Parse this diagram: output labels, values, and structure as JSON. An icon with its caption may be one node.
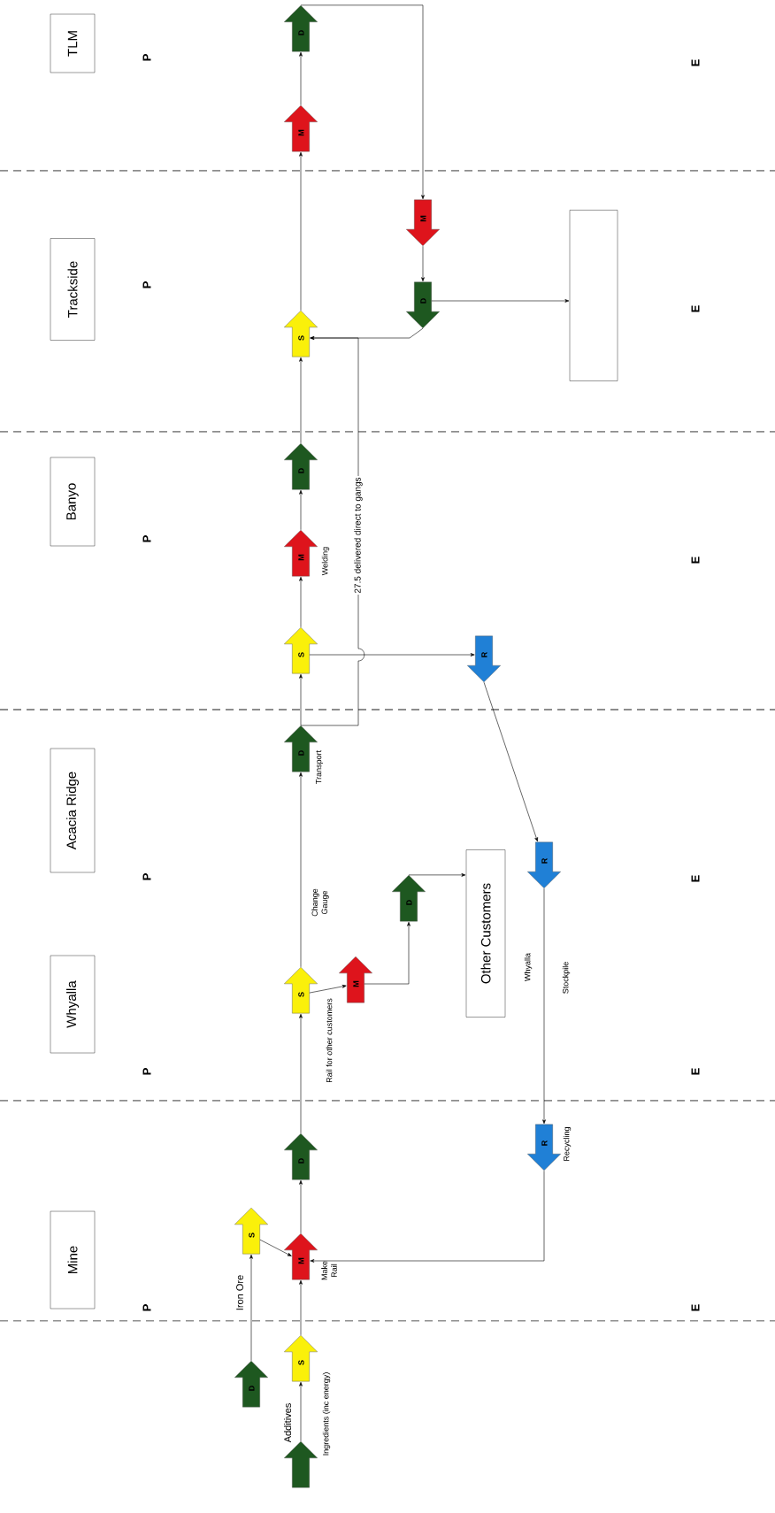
{
  "diagram": {
    "nodes": [
      {
        "text": [
          "Mine"
        ]
      },
      {
        "text": [
          "Whyalla"
        ]
      },
      {
        "text": [
          "Acacia Ridge"
        ]
      },
      {
        "text": [
          "Banyo"
        ]
      },
      {
        "text": [
          "Trackside"
        ]
      },
      {
        "text": [
          "TLM"
        ]
      },
      {
        "text": [],
        "shape": "arrow",
        "beside": [
          "Ingredients (inc energy)"
        ]
      },
      {
        "text": [
          "D"
        ]
      },
      {
        "text": [
          "S"
        ]
      },
      {
        "text": [
          "S"
        ]
      },
      {
        "text": [
          "M"
        ],
        "beside": [
          "Make Rail"
        ]
      },
      {
        "text": [
          "D"
        ]
      },
      {
        "text": [
          "R"
        ],
        "beside": [
          "Recycling"
        ]
      },
      {
        "text": [
          "S"
        ],
        "beside": [
          "Rail for other customers"
        ]
      },
      {
        "text": [
          "M"
        ]
      },
      {
        "text": [
          "D"
        ]
      },
      {
        "text": [
          "Other Customers"
        ]
      },
      {
        "text": [
          "R"
        ]
      },
      {
        "text": [
          "D"
        ],
        "beside": [
          "Transport"
        ]
      },
      {
        "text": [
          "S"
        ]
      },
      {
        "text": [
          "R"
        ]
      },
      {
        "text": [
          "M"
        ],
        "beside": [
          "Welding"
        ]
      },
      {
        "text": [
          "D"
        ]
      },
      {
        "text": [
          "S"
        ]
      },
      {
        "text": [
          "M"
        ]
      },
      {
        "text": [
          "D"
        ]
      },
      {
        "text": [],
        "shape": "box"
      },
      {
        "text": [
          "M"
        ]
      },
      {
        "text": [
          "D"
        ]
      }
    ],
    "edges": [
      {
        "from": 6,
        "to": 8,
        "arrow": "to",
        "label": "Additives"
      },
      {
        "from": 7,
        "to": 9,
        "arrow": "to",
        "label": "Iron Ore"
      },
      {
        "from": 8,
        "to": 10,
        "arrow": "to"
      },
      {
        "from": 9,
        "to": 10,
        "arrow": "to"
      },
      {
        "from": 12,
        "to": 10,
        "arrow": "to"
      },
      {
        "from": 10,
        "to": 11,
        "arrow": "to"
      },
      {
        "from": 11,
        "to": 13,
        "arrow": "to"
      },
      {
        "from": 13,
        "to": 14,
        "arrow": "to"
      },
      {
        "from": 14,
        "to": 15,
        "arrow": "to"
      },
      {
        "from": 15,
        "to": 16,
        "arrow": "to"
      },
      {
        "from": 13,
        "to": 18,
        "arrow": "to",
        "label": "Change Gauge"
      },
      {
        "from": 18,
        "to": 19,
        "arrow": "to"
      },
      {
        "from": 18,
        "to": 23,
        "arrow": "to",
        "label": "27.5 delivered direct to gangs"
      },
      {
        "from": 19,
        "to": 20,
        "arrow": "to"
      },
      {
        "from": 19,
        "to": 21,
        "arrow": "to"
      },
      {
        "from": 20,
        "to": 17,
        "arrow": "to"
      },
      {
        "from": 17,
        "to": 12,
        "arrow": "to"
      },
      {
        "from": 21,
        "to": 22,
        "arrow": "to"
      },
      {
        "from": 22,
        "to": 23,
        "arrow": "to"
      },
      {
        "from": 23,
        "to": 27,
        "arrow": "to"
      },
      {
        "from": 27,
        "to": 28,
        "arrow": "to"
      },
      {
        "from": 28,
        "to": 24,
        "arrow": "to"
      },
      {
        "from": 24,
        "to": 25,
        "arrow": "to"
      },
      {
        "from": 25,
        "to": 26,
        "arrow": "to"
      },
      {
        "from": 25,
        "to": 23,
        "arrow": "to"
      }
    ],
    "labels": [
      "P",
      "E",
      "P",
      "E",
      "P",
      "Whyalla",
      "Stockpile",
      "E",
      "P",
      "E",
      "P",
      "E",
      "P",
      "E"
    ]
  }
}
